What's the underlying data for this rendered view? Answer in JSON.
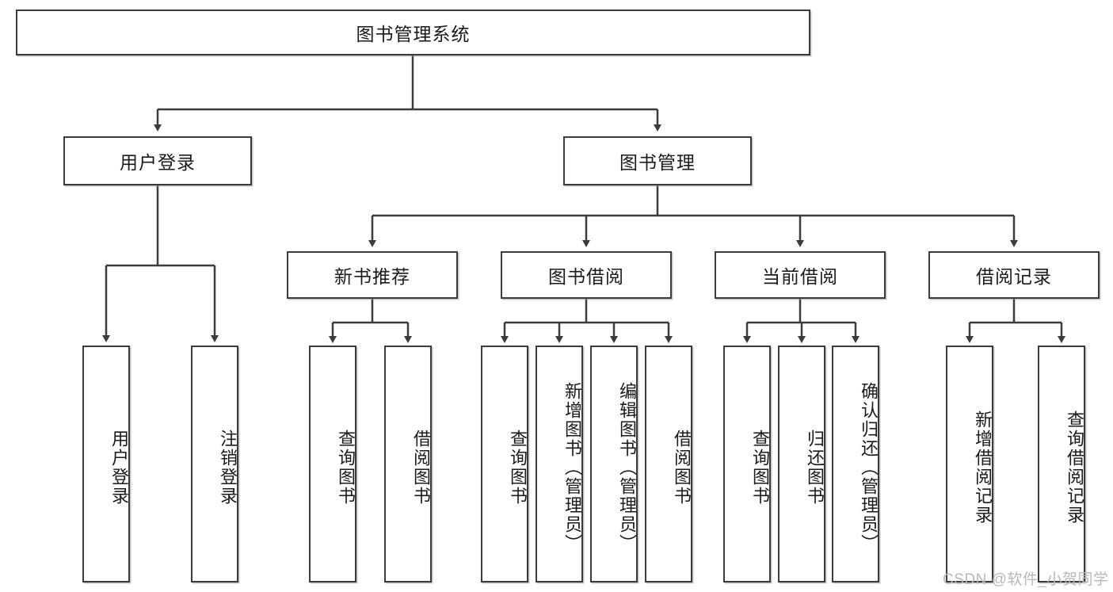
{
  "diagram": {
    "type": "tree",
    "title": "图书管理系统",
    "watermark": "CSDN @软件_小贺同学",
    "colors": {
      "stroke": "#3b3b3b",
      "fill": "#ffffff",
      "text": "#1a1a1a",
      "watermark": "#b8b8b8"
    },
    "nodes": {
      "root": {
        "label": "图书管理系统"
      },
      "level2": [
        {
          "label": "用户登录"
        },
        {
          "label": "图书管理"
        }
      ],
      "level3": [
        {
          "label": "新书推荐"
        },
        {
          "label": "图书借阅"
        },
        {
          "label": "当前借阅"
        },
        {
          "label": "借阅记录"
        }
      ],
      "leaves_user_login": [
        {
          "label": "用户登录"
        },
        {
          "label": "注销登录"
        }
      ],
      "leaves_new_book": [
        {
          "label": "查询图书"
        },
        {
          "label": "借阅图书"
        }
      ],
      "leaves_borrow": [
        {
          "label": "查询图书"
        },
        {
          "label": "新增图书（管理员）"
        },
        {
          "label": "编辑图书（管理员）"
        },
        {
          "label": "借阅图书"
        }
      ],
      "leaves_current": [
        {
          "label": "查询图书"
        },
        {
          "label": "归还图书"
        },
        {
          "label": "确认归还（管理员）"
        }
      ],
      "leaves_records": [
        {
          "label": "新增借阅记录"
        },
        {
          "label": "查询借阅记录"
        }
      ]
    }
  }
}
